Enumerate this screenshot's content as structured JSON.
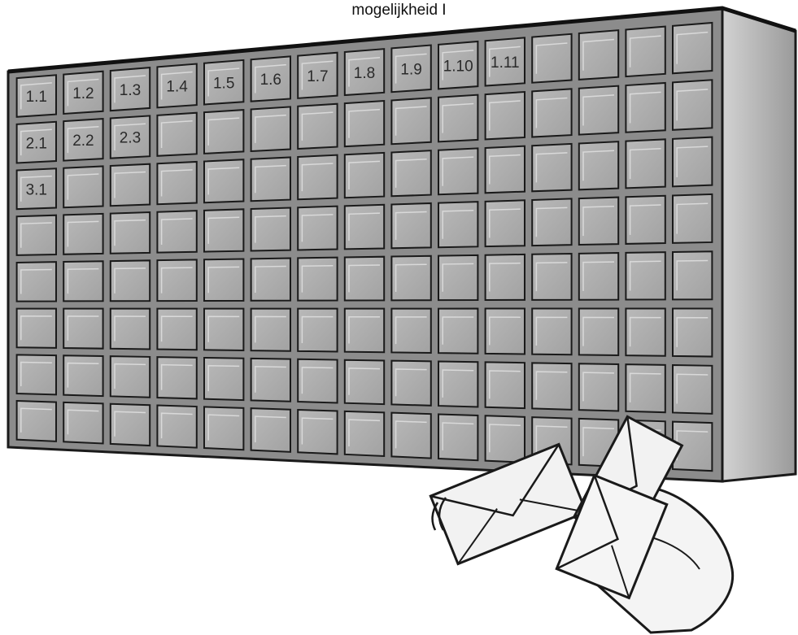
{
  "caption": "mogelijkheid I",
  "cabinet": {
    "rows": 8,
    "columns": 15,
    "labeled_cells": [
      {
        "row": 1,
        "col": 1,
        "label": "1.1"
      },
      {
        "row": 1,
        "col": 2,
        "label": "1.2"
      },
      {
        "row": 1,
        "col": 3,
        "label": "1.3"
      },
      {
        "row": 1,
        "col": 4,
        "label": "1.4"
      },
      {
        "row": 1,
        "col": 5,
        "label": "1.5"
      },
      {
        "row": 1,
        "col": 6,
        "label": "1.6"
      },
      {
        "row": 1,
        "col": 7,
        "label": "1.7"
      },
      {
        "row": 1,
        "col": 8,
        "label": "1.8"
      },
      {
        "row": 1,
        "col": 9,
        "label": "1.9"
      },
      {
        "row": 1,
        "col": 10,
        "label": "1.10"
      },
      {
        "row": 1,
        "col": 11,
        "label": "1.11"
      },
      {
        "row": 2,
        "col": 1,
        "label": "2.1"
      },
      {
        "row": 2,
        "col": 2,
        "label": "2.2"
      },
      {
        "row": 2,
        "col": 3,
        "label": "2.3"
      },
      {
        "row": 3,
        "col": 1,
        "label": "3.1"
      }
    ]
  },
  "illustration": {
    "object": "mail-sorting-cabinet",
    "extra": "three envelopes and a curled sheet of paper flying in from the lower right",
    "colors": {
      "cell_fill": "#a9a9a9",
      "frame_fill": "#8e8e8e",
      "side_fill": "#b3b3b3",
      "outline": "#1a1a1a",
      "envelope_fill": "#f2f2f2"
    }
  }
}
